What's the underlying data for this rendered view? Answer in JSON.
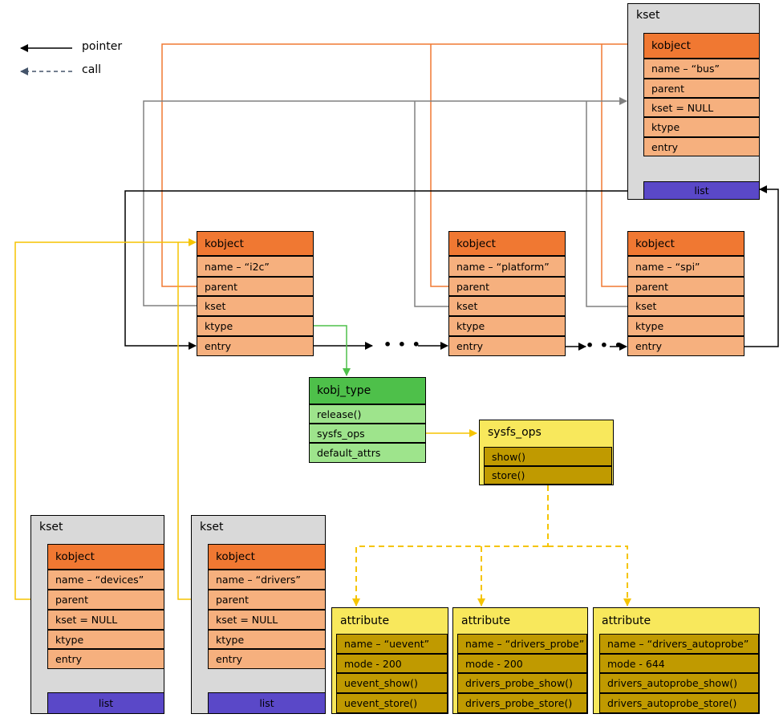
{
  "legend": {
    "pointer": "pointer",
    "call": "call"
  },
  "colors": {
    "orange": "#f07832",
    "gray": "#808080",
    "yellow": "#f5c400",
    "green": "#4ec04a",
    "black": "#000000"
  },
  "bus_kset": {
    "title": "kset",
    "kobject": "kobject",
    "fields": [
      "name – “bus”",
      "parent",
      "kset = NULL",
      "ktype",
      "entry"
    ],
    "list": "list"
  },
  "kobjects": [
    {
      "head": "kobject",
      "fields": [
        "name – “i2c”",
        "parent",
        "kset",
        "ktype",
        "entry"
      ]
    },
    {
      "head": "kobject",
      "fields": [
        "name – “platform”",
        "parent",
        "kset",
        "ktype",
        "entry"
      ]
    },
    {
      "head": "kobject",
      "fields": [
        "name – “spi”",
        "parent",
        "kset",
        "ktype",
        "entry"
      ]
    }
  ],
  "ellipsis": "• • •",
  "kobj_type": {
    "head": "kobj_type",
    "fields": [
      "release()",
      "sysfs_ops",
      "default_attrs"
    ]
  },
  "sysfs_ops": {
    "title": "sysfs_ops",
    "fields": [
      "show()",
      "store()"
    ]
  },
  "devices_kset": {
    "title": "kset",
    "kobject": "kobject",
    "fields": [
      "name – “devices”",
      "parent",
      "kset = NULL",
      "ktype",
      "entry"
    ],
    "list": "list"
  },
  "drivers_kset": {
    "title": "kset",
    "kobject": "kobject",
    "fields": [
      "name – “drivers”",
      "parent",
      "kset = NULL",
      "ktype",
      "entry"
    ],
    "list": "list"
  },
  "attributes": [
    {
      "title": "attribute",
      "fields": [
        "name – “uevent”",
        "mode - 200",
        "uevent_show()",
        "uevent_store()"
      ]
    },
    {
      "title": "attribute",
      "fields": [
        "name – “drivers_probe”",
        "mode - 200",
        "drivers_probe_show()",
        "drivers_probe_store()"
      ]
    },
    {
      "title": "attribute",
      "fields": [
        "name – “drivers_autoprobe”",
        "mode - 644",
        "drivers_autoprobe_show()",
        "drivers_autoprobe_store()"
      ]
    }
  ]
}
